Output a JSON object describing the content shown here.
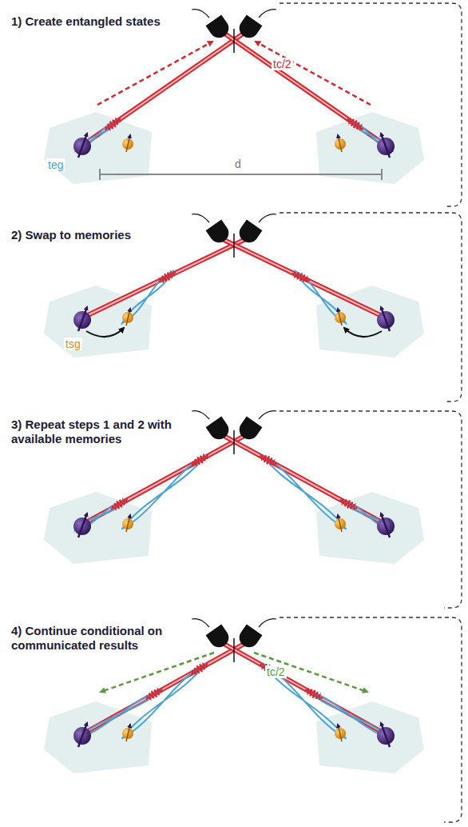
{
  "diagram": {
    "nodes": [
      {
        "text": [
          "1) Create entangled states"
        ]
      },
      {
        "text": [
          "2) Swap to memories"
        ]
      },
      {
        "text": [
          "3) Repeat steps 1 and 2 with available memories"
        ]
      },
      {
        "text": [
          "4) Continue conditional on communicated results"
        ]
      }
    ],
    "labels": [
      "teg",
      "tc/2",
      "d",
      "tsg",
      "tc/2"
    ]
  }
}
